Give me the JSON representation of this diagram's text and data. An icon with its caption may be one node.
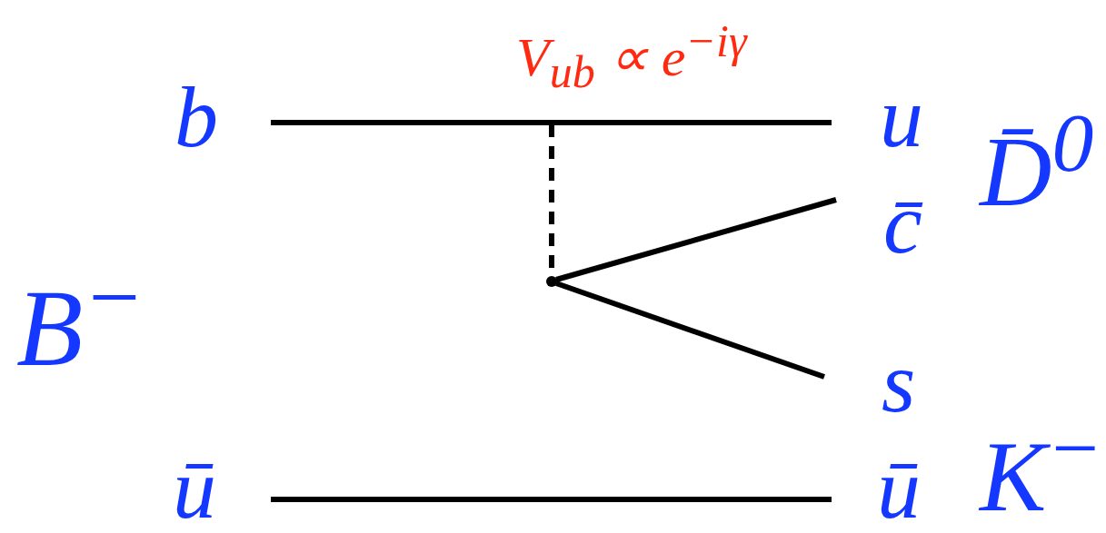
{
  "diagram": {
    "nodes": [
      {
        "text": [
          "b"
        ]
      },
      {
        "text": [
          "u"
        ]
      },
      {
        "text": [
          "c̄"
        ]
      },
      {
        "text": [
          "s"
        ]
      },
      {
        "text": [
          "ū"
        ]
      },
      {
        "text": [
          "ū"
        ]
      },
      {
        "text": [],
        "shape": "point"
      }
    ],
    "edges": [
      {
        "from": 0,
        "to": 1,
        "arrow": "none"
      },
      {
        "from": 6,
        "to": 2,
        "arrow": "none"
      },
      {
        "from": 6,
        "to": 3,
        "arrow": "none"
      },
      {
        "from": 4,
        "to": 5,
        "arrow": "none"
      },
      {
        "from": null,
        "to": 6,
        "arrow": "none",
        "style": "dashed"
      }
    ],
    "labels": [
      "V$_{ub}$ ∝ e$^{−iγ}$",
      "D̄$^{0}$",
      "B$^{−}$",
      "K$^{−}$"
    ]
  }
}
